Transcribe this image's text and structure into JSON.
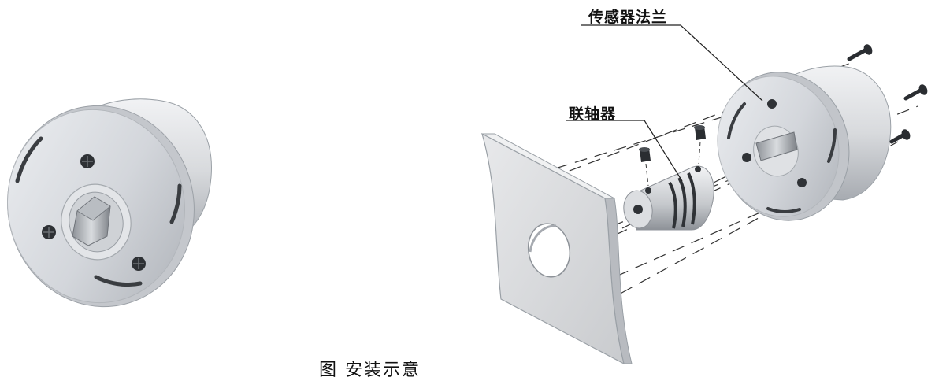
{
  "labels": {
    "sensor_flange": "传感器法兰",
    "coupling": "联轴器"
  },
  "caption": "图 安装示意"
}
